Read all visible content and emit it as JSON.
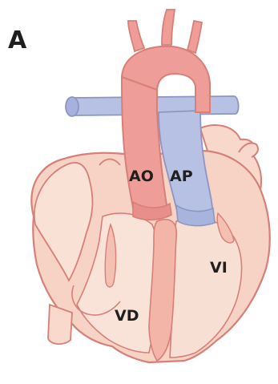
{
  "figure": {
    "panel_letter": "A",
    "labels": {
      "ao": "AO",
      "ap": "AP",
      "vi": "VI",
      "vd": "VD"
    },
    "colors": {
      "background": "#ffffff",
      "myocardium_light": "#f8ddd0",
      "myocardium_mid": "#f3c3b3",
      "aorta": "#ee9d98",
      "pulmonary_artery": "#b7c1e3",
      "vessel_outline": "#8d96c2",
      "outline": "#d77f78",
      "text": "#1f1f1f"
    }
  }
}
